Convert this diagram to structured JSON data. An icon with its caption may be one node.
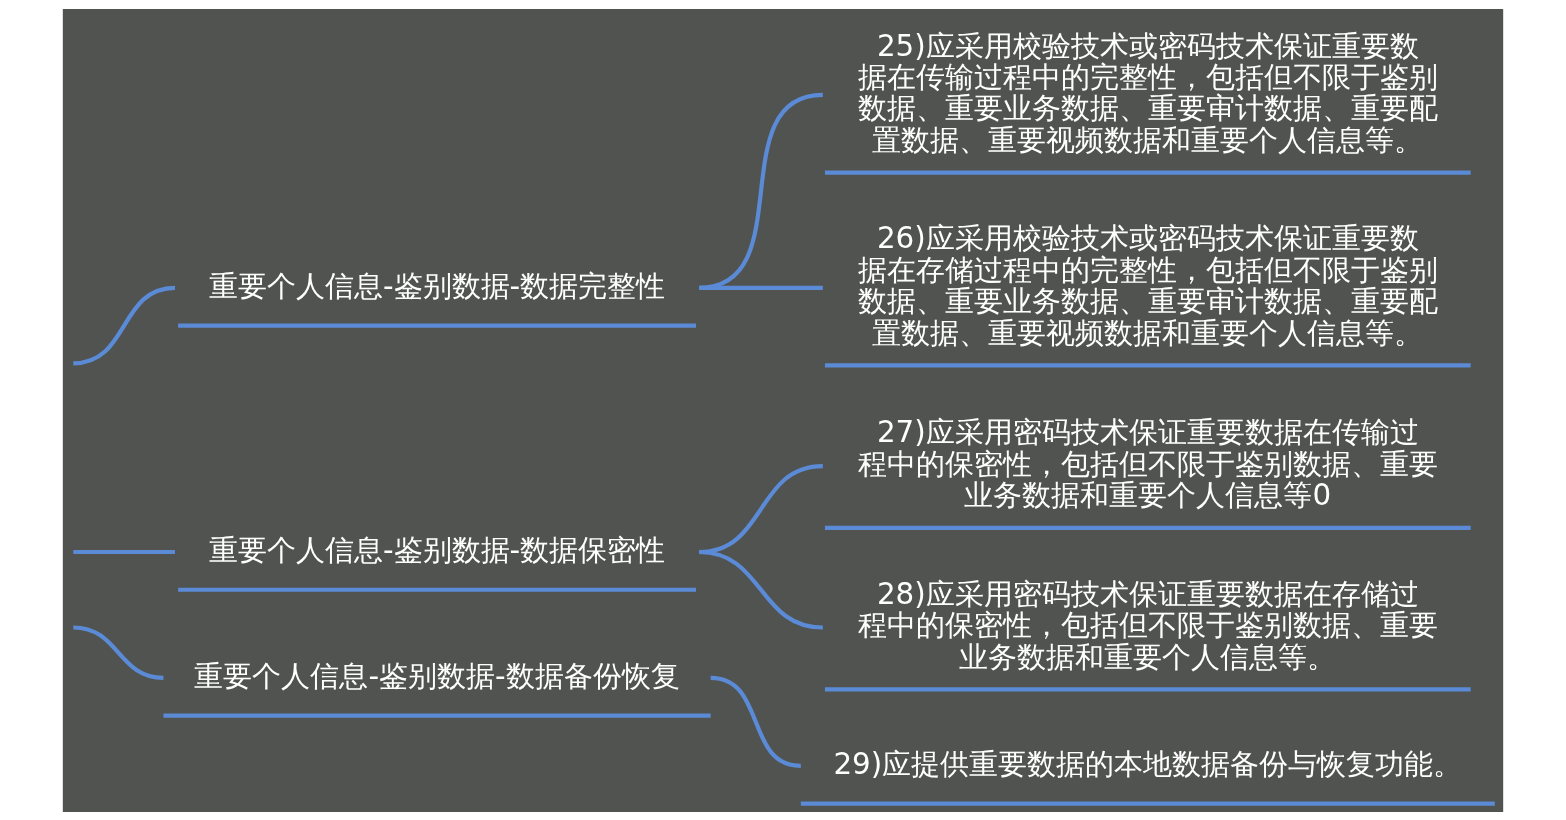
{
  "diagram": {
    "nodes": [
      {
        "text": [
          "重要个人信息-鉴别数据-数据完整性"
        ]
      },
      {
        "text": [
          "25)应采用校验技术或密码技术保证重要数据在传输过程中的完整性，包括但不限于鉴别数据、重要业务数据、重要审计数据、重要配置数据、重要视频数据和重要个人信息等。"
        ]
      },
      {
        "text": [
          "26)应采用校验技术或密码技术保证重要数据在存储过程中的完整性，包括但不限于鉴别数据、重要业务数据、重要审计数据、重要配置数据、重要视频数据和重要个人信息等。"
        ]
      },
      {
        "text": [
          "重要个人信息-鉴别数据-数据保密性"
        ]
      },
      {
        "text": [
          "27)应采用密码技术保证重要数据在传输过程中的保密性，包括但不限于鉴别数据、重要业务数据和重要个人信息等0"
        ]
      },
      {
        "text": [
          "28)应采用密码技术保证重要数据在存储过程中的保密性，包括但不限于鉴别数据、重要业务数据和重要个人信息等。"
        ]
      },
      {
        "text": [
          "重要个人信息-鉴别数据-数据备份恢复"
        ]
      },
      {
        "text": [
          "29)应提供重要数据的本地数据备份与恢复功能。"
        ]
      }
    ],
    "edges": [
      {
        "from": null,
        "to": 0,
        "arrow": "none"
      },
      {
        "from": null,
        "to": 3,
        "arrow": "none"
      },
      {
        "from": null,
        "to": 6,
        "arrow": "none"
      },
      {
        "from": 0,
        "to": 1,
        "arrow": "none"
      },
      {
        "from": 0,
        "to": 2,
        "arrow": "none"
      },
      {
        "from": 3,
        "to": 4,
        "arrow": "none"
      },
      {
        "from": 3,
        "to": 5,
        "arrow": "none"
      },
      {
        "from": 6,
        "to": 7,
        "arrow": "none"
      }
    ]
  }
}
